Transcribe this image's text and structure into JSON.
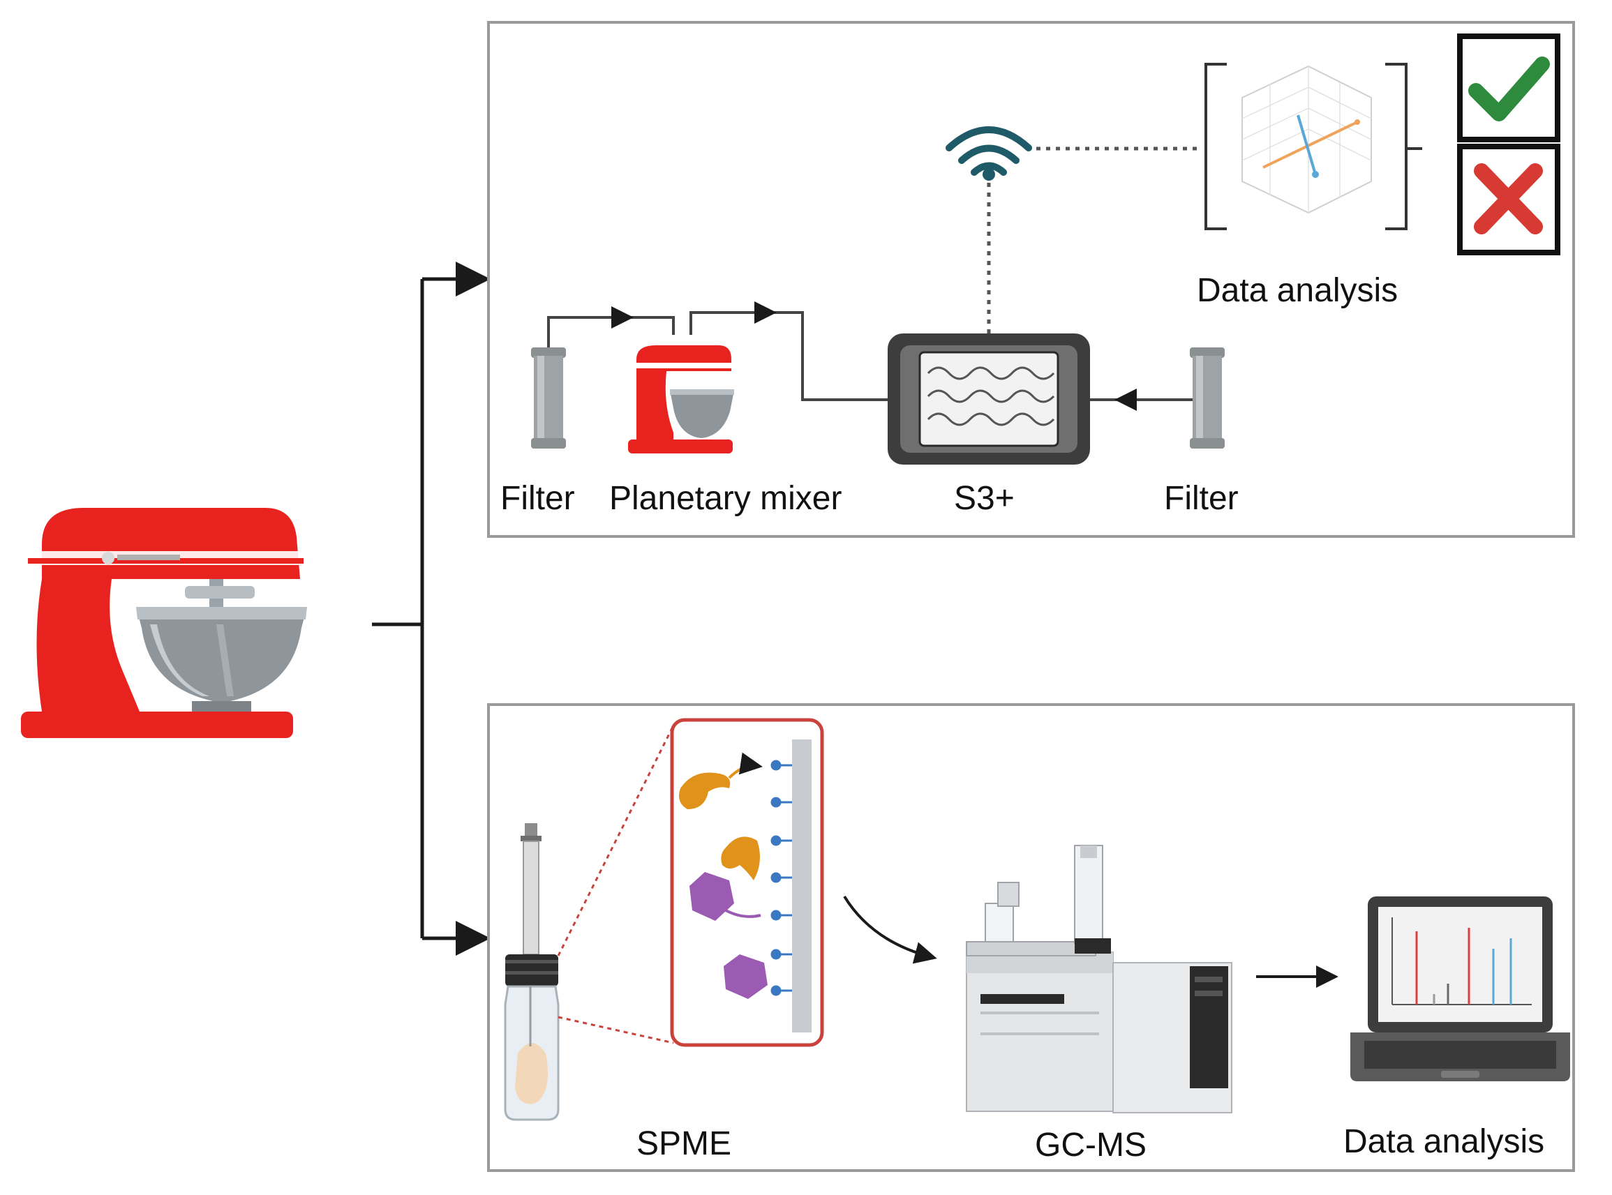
{
  "top_panel": {
    "filter_left_label": "Filter",
    "mixer_label": "Planetary mixer",
    "sensor_label": "S3+",
    "filter_right_label": "Filter",
    "analysis_label": "Data analysis",
    "wireless_icon": "wifi-icon",
    "plot_icon": "3d-scatter-plot-icon",
    "result_icons": [
      "check-icon",
      "cross-icon"
    ]
  },
  "bottom_panel": {
    "spme_label": "SPME",
    "gcms_label": "GC-MS",
    "analysis_label": "Data analysis",
    "instrument_icon": "gc-ms-instrument-icon",
    "laptop_icon": "laptop-chromatogram-icon"
  },
  "source": {
    "icon": "stand-mixer-icon"
  },
  "colors": {
    "mixer_red": "#e8231f",
    "bowl_gray": "#8e969c",
    "frame_gray": "#9a9a9a",
    "sensor_dark": "#3d3d3d",
    "wifi_teal": "#1f5a68",
    "check_green": "#2e8b3d",
    "cross_red": "#d63a32",
    "molecule_orange": "#e0921a",
    "molecule_purple": "#9b5bb3",
    "fiber_blue": "#3a78c2",
    "callout_red": "#c9423c"
  }
}
